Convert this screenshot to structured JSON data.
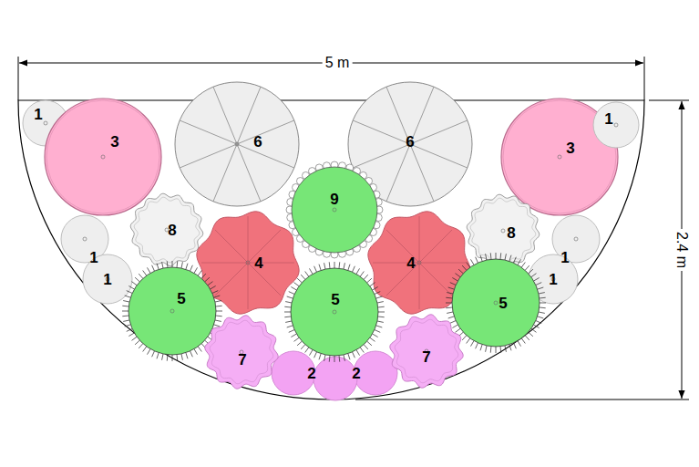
{
  "diagram": {
    "nodes": [
      {
        "text": [
          "1"
        ]
      },
      {
        "text": [
          "3"
        ]
      },
      {
        "text": [
          "6"
        ]
      },
      {
        "text": [
          "6"
        ]
      },
      {
        "text": [
          "3"
        ]
      },
      {
        "text": [
          "1"
        ]
      },
      {
        "text": [
          "9"
        ]
      },
      {
        "text": [
          "8"
        ]
      },
      {
        "text": [
          "8"
        ]
      },
      {
        "text": [
          "1"
        ]
      },
      {
        "text": [
          "1"
        ]
      },
      {
        "text": [
          "4"
        ]
      },
      {
        "text": [
          "4"
        ]
      },
      {
        "text": [
          "1"
        ]
      },
      {
        "text": [
          "1"
        ]
      },
      {
        "text": [
          "5"
        ]
      },
      {
        "text": [
          "5"
        ]
      },
      {
        "text": [
          "5"
        ]
      },
      {
        "text": [
          "7"
        ]
      },
      {
        "text": [
          "7"
        ]
      }
    ],
    "labels": [
      "5 m",
      "2.4 m",
      "2",
      "2"
    ]
  }
}
